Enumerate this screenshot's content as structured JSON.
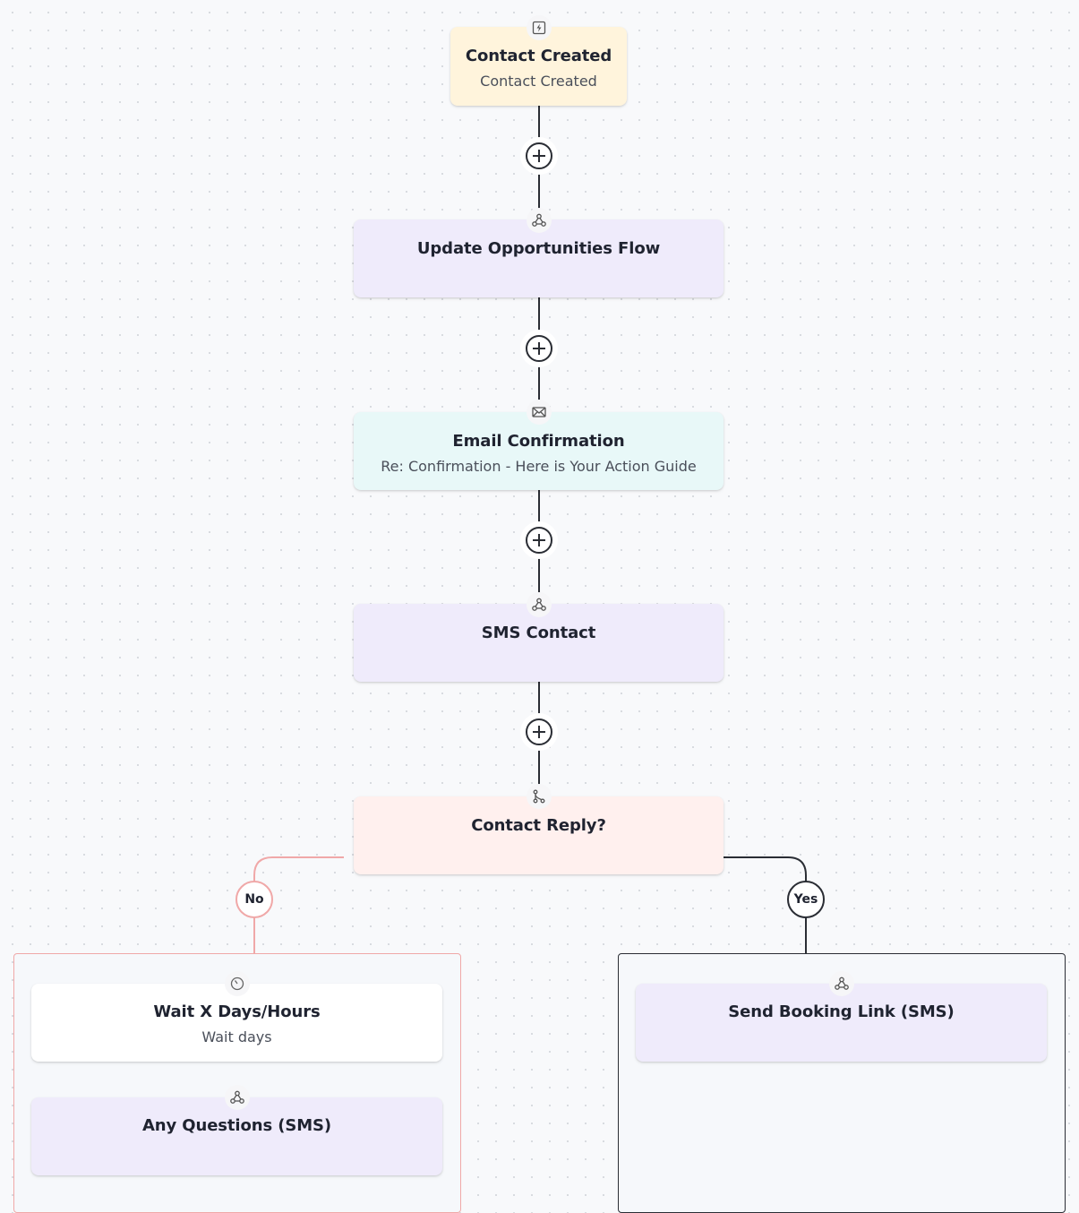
{
  "colors": {
    "trigger_bg": "#fff4dc",
    "action_bg": "#efebfb",
    "email_bg": "#e8f8f8",
    "condition_bg": "#fff0ee",
    "no_branch": "#f0a8a8",
    "yes_branch": "#2a2d34"
  },
  "nodes": {
    "trigger": {
      "title": "Contact Created",
      "subtitle": "Contact Created",
      "icon": "lightning-icon"
    },
    "update_opportunities": {
      "title": "Update Opportunities Flow",
      "icon": "webhook-icon"
    },
    "email_confirmation": {
      "title": "Email Confirmation",
      "subtitle": "Re: Confirmation - Here is Your Action Guide",
      "icon": "email-icon"
    },
    "sms_contact": {
      "title": "SMS Contact",
      "icon": "webhook-icon"
    },
    "contact_reply": {
      "title": "Contact Reply?",
      "icon": "branch-icon"
    },
    "wait": {
      "title": "Wait X Days/Hours",
      "subtitle": "Wait days",
      "icon": "clock-icon"
    },
    "any_questions": {
      "title": "Any Questions (SMS)",
      "icon": "webhook-icon"
    },
    "send_booking_link": {
      "title": "Send Booking Link (SMS)",
      "icon": "webhook-icon"
    }
  },
  "branches": {
    "no_label": "No",
    "yes_label": "Yes"
  }
}
